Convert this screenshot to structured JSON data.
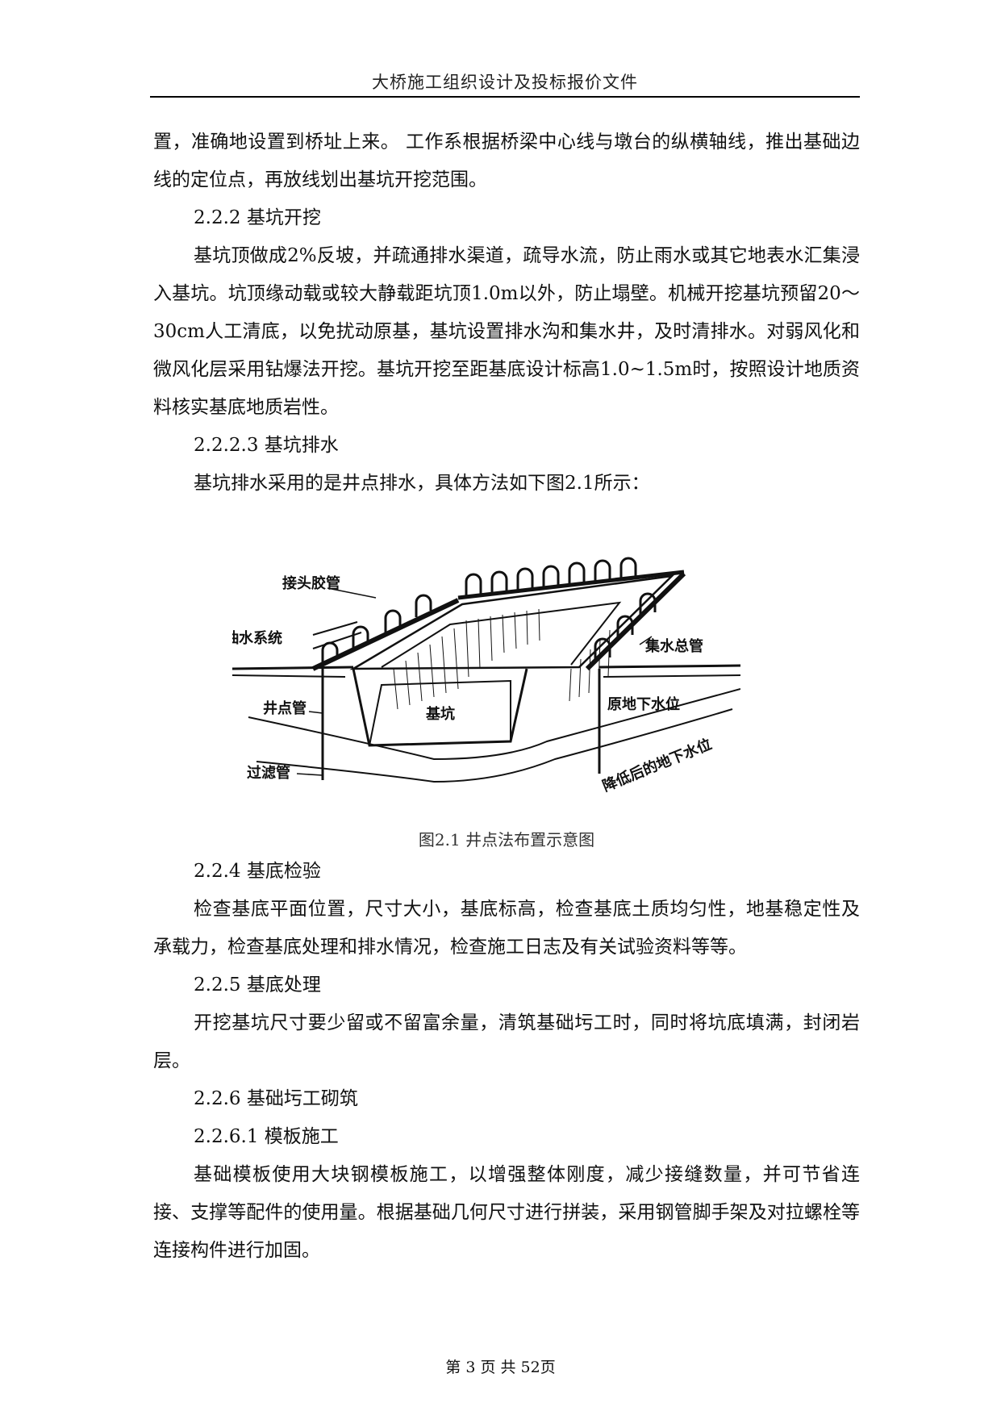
{
  "header": {
    "title": "大桥施工组织设计及投标报价文件"
  },
  "paragraphs": {
    "p1": "置，准确地设置到桥址上来。 工作系根据桥梁中心线与墩台的纵横轴线，推出基础边线的定位点，再放线划出基坑开挖范围。",
    "h222": "2.2.2 基坑开挖",
    "p2": "基坑顶做成2%反坡，并疏通排水渠道，疏导水流，防止雨水或其它地表水汇集浸入基坑。坑顶缘动载或较大静载距坑顶1.0m以外，防止塌壁。机械开挖基坑预留20～30cm人工清底，以免扰动原基，基坑设置排水沟和集水井，及时清排水。对弱风化和微风化层采用钻爆法开挖。基坑开挖至距基底设计标高1.0~1.5m时，按照设计地质资料核实基底地质岩性。",
    "h2223": "2.2.2.3 基坑排水",
    "p3": "基坑排水采用的是井点排水，具体方法如下图2.1所示：",
    "h224": "2.2.4 基底检验",
    "p4": "检查基底平面位置，尺寸大小，基底标高，检查基底土质均匀性，地基稳定性及承载力，检查基底处理和排水情况，检查施工日志及有关试验资料等等。",
    "h225": "2.2.5 基底处理",
    "p5": "开挖基坑尺寸要少留或不留富余量，清筑基础圬工时，同时将坑底填满，封闭岩层。",
    "h226": "2.2.6 基础圬工砌筑",
    "h2261": "2.2.6.1 模板施工",
    "p6": "基础模板使用大块钢模板施工，以增强整体刚度，减少接缝数量，并可节省连接、支撑等配件的使用量。根据基础几何尺寸进行拼装，采用钢管脚手架及对拉螺栓等连接构件进行加固。"
  },
  "figure": {
    "labels": {
      "joint_hose": "接头胶管",
      "pumping_system": "抽水系统",
      "header_pipe": "集水总管",
      "well_point_pipe": "井点管",
      "pit": "基坑",
      "original_water_level": "原地下水位",
      "filter_pipe": "过滤管",
      "lowered_water_level": "降低后的地下水位"
    },
    "caption": "图2.1 井点法布置示意图"
  },
  "footer": {
    "text": "第 3 页 共 52页"
  }
}
